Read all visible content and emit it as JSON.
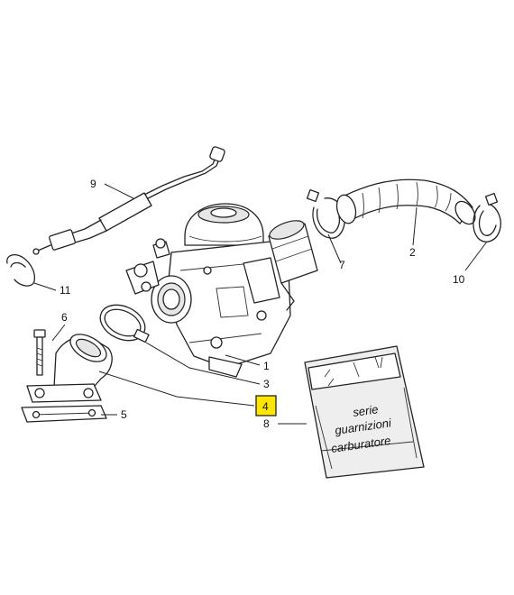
{
  "callouts": [
    {
      "id": "c1",
      "label": "1"
    },
    {
      "id": "c2",
      "label": "2"
    },
    {
      "id": "c3",
      "label": "3"
    },
    {
      "id": "c4",
      "label": "4",
      "highlighted": true
    },
    {
      "id": "c5",
      "label": "5"
    },
    {
      "id": "c6",
      "label": "6"
    },
    {
      "id": "c7",
      "label": "7"
    },
    {
      "id": "c8",
      "label": "8"
    },
    {
      "id": "c9",
      "label": "9"
    },
    {
      "id": "c10",
      "label": "10"
    },
    {
      "id": "c11",
      "label": "11"
    }
  ],
  "gasket_bag": {
    "lines": [
      "serie",
      "guarnizioni",
      "carburatore"
    ]
  },
  "colors": {
    "highlight": "#ffe600",
    "line": "#222222"
  }
}
